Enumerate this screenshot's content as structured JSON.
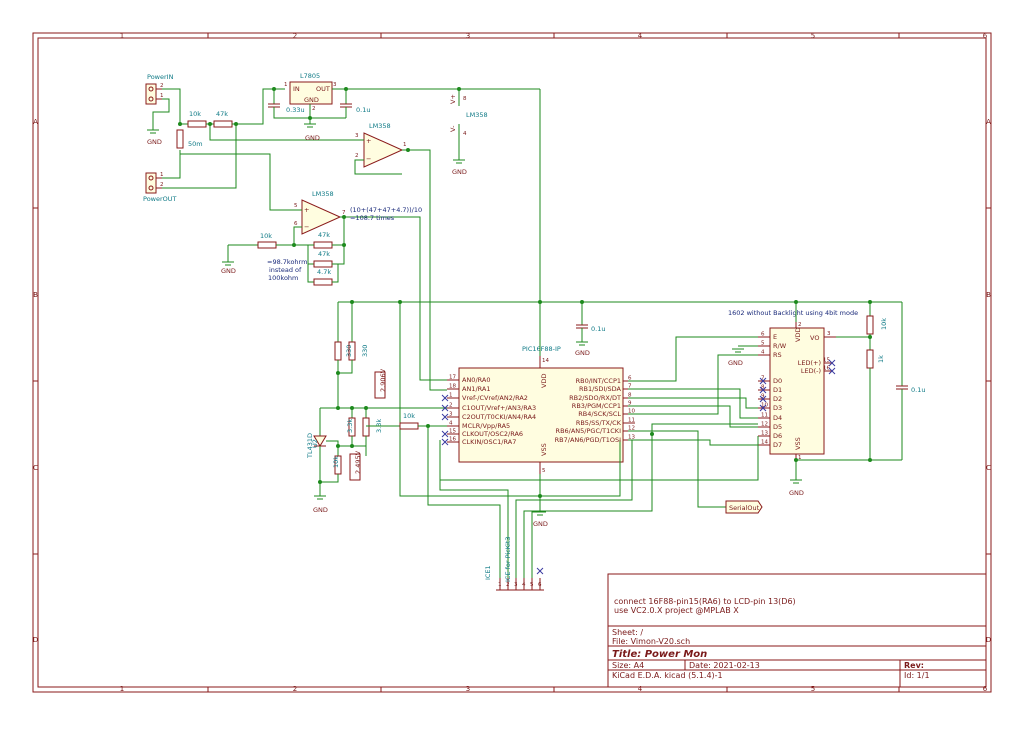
{
  "frame": {
    "columns": [
      "1",
      "2",
      "3",
      "4",
      "5",
      "6"
    ],
    "rows": [
      "A",
      "B",
      "C",
      "D"
    ]
  },
  "components": {
    "power_in": "PowerIN",
    "power_out": "PowerOUT",
    "regulator": "L7805",
    "reg_in": "IN",
    "reg_out": "OUT",
    "reg_gnd": "GND",
    "c_in": "0.33u",
    "c_out": "0.1u",
    "c_pic": "0.1u",
    "c_lcd": "0.1u",
    "r_10k_a": "10k",
    "r_47k_a": "47k",
    "r_shunt": "50m",
    "r_10k_b": "10k",
    "r_47k_b": "47k",
    "r_4k7": "4.7k",
    "r_330": "330",
    "r_330b": "330",
    "r_3k3a": "3.3k",
    "r_3k3b": "3.3k",
    "r_10k_c": "10k",
    "r_10k_mclr": "10k",
    "r_10k_lcd": "10k",
    "r_1k": "1k",
    "opamp1": "LM358",
    "opamp2": "LM358",
    "opamp_pwr": "LM358",
    "vref": "TL431D",
    "u2": "U2",
    "mcu": "PIC16F88-IP",
    "mcu_vdd": "VDD",
    "mcu_vss": "VSS",
    "lcd_vdd": "VDD",
    "lcd_vss": "VSS",
    "lcd_vo": "VO",
    "icsp": "ICE1",
    "icsp_desc": "ICE for PicKit3",
    "serial": "SerialOut",
    "lcd_title": "1602 without Backlight using 4bit mode",
    "gain_formula": "(10+(47+47+4.7))/10",
    "gain_value": "=108.7 times",
    "kohm_note_1": "=98.7kohrm",
    "kohm_note_2": "instead of",
    "kohm_note_3": "100kohm",
    "vout_label": "2.906V",
    "vref_label": "2.495V",
    "gnd": "GND",
    "vplus": "V+",
    "vminus": "V-"
  },
  "mcu_left_pins": [
    {
      "num": "17",
      "name": "AN0/RA0"
    },
    {
      "num": "18",
      "name": "AN1/RA1"
    },
    {
      "num": "1",
      "name": "Vref-/CVref/AN2/RA2"
    },
    {
      "num": "2",
      "name": "C1OUT/Vref+/AN3/RA3"
    },
    {
      "num": "3",
      "name": "C2OUT/T0CKI/AN4/RA4"
    },
    {
      "num": "4",
      "name": "MCLR/Vpp/RA5"
    },
    {
      "num": "15",
      "name": "CLKOUT/OSC2/RA6"
    },
    {
      "num": "16",
      "name": "CLKIN/OSC1/RA7"
    }
  ],
  "mcu_right_pins": [
    {
      "num": "6",
      "name": "RB0/INT/CCP1"
    },
    {
      "num": "7",
      "name": "RB1/SDI/SDA"
    },
    {
      "num": "8",
      "name": "RB2/SDO/RX/DT"
    },
    {
      "num": "9",
      "name": "RB3/PGM/CCP1"
    },
    {
      "num": "10",
      "name": "RB4/SCK/SCL"
    },
    {
      "num": "11",
      "name": "RB5/SS/TX/CK"
    },
    {
      "num": "12",
      "name": "RB6/AN5/PGC/T1CKI"
    },
    {
      "num": "13",
      "name": "RB7/AN6/PGD/T1OSI"
    }
  ],
  "lcd_pins": [
    {
      "num": "6",
      "name": "E"
    },
    {
      "num": "5",
      "name": "R/W"
    },
    {
      "num": "4",
      "name": "RS"
    },
    {
      "num": "7",
      "name": "D0"
    },
    {
      "num": "8",
      "name": "D1"
    },
    {
      "num": "9",
      "name": "D2"
    },
    {
      "num": "10",
      "name": "D3"
    },
    {
      "num": "11",
      "name": "D4"
    },
    {
      "num": "12",
      "name": "D5"
    },
    {
      "num": "13",
      "name": "D6"
    },
    {
      "num": "14",
      "name": "D7"
    }
  ],
  "lcd_led_pins": [
    {
      "num": "15",
      "name": "LED(+)"
    },
    {
      "num": "16",
      "name": "LED(-)"
    }
  ],
  "icsp_pins": [
    "1",
    "2",
    "3",
    "4",
    "5",
    "6"
  ],
  "pin_numbers": {
    "vdd": "14",
    "vss": "5",
    "lcd_vdd": "2",
    "lcd_vo": "3",
    "lcd_vss": "1",
    "op1_p": "3",
    "op1_n": "2",
    "op1_o": "1",
    "op2_p": "5",
    "op2_n": "6",
    "op2_o": "7",
    "reg_in": "1",
    "reg_out": "3",
    "reg_gnd": "2",
    "pwr_v": "8",
    "pwr_g": "4",
    "conn_a": "2",
    "conn_b": "1",
    "conn_c": "1",
    "conn_d": "2"
  },
  "notes": {
    "line1": "connect 16F88-pin15(RA6)  to LCD-pin 13(D6)",
    "line2": "use  VC2.0.X project @MPLAB X"
  },
  "title_block": {
    "sheet": "Sheet: /",
    "file": "File: Vimon-V20.sch",
    "title": "Title: Power Mon",
    "size": "Size: A4",
    "date": "Date: 2021-02-13",
    "rev": "Rev:",
    "tool": "KiCad E.D.A.  kicad (5.1.4)-1",
    "id": "Id: 1/1"
  }
}
